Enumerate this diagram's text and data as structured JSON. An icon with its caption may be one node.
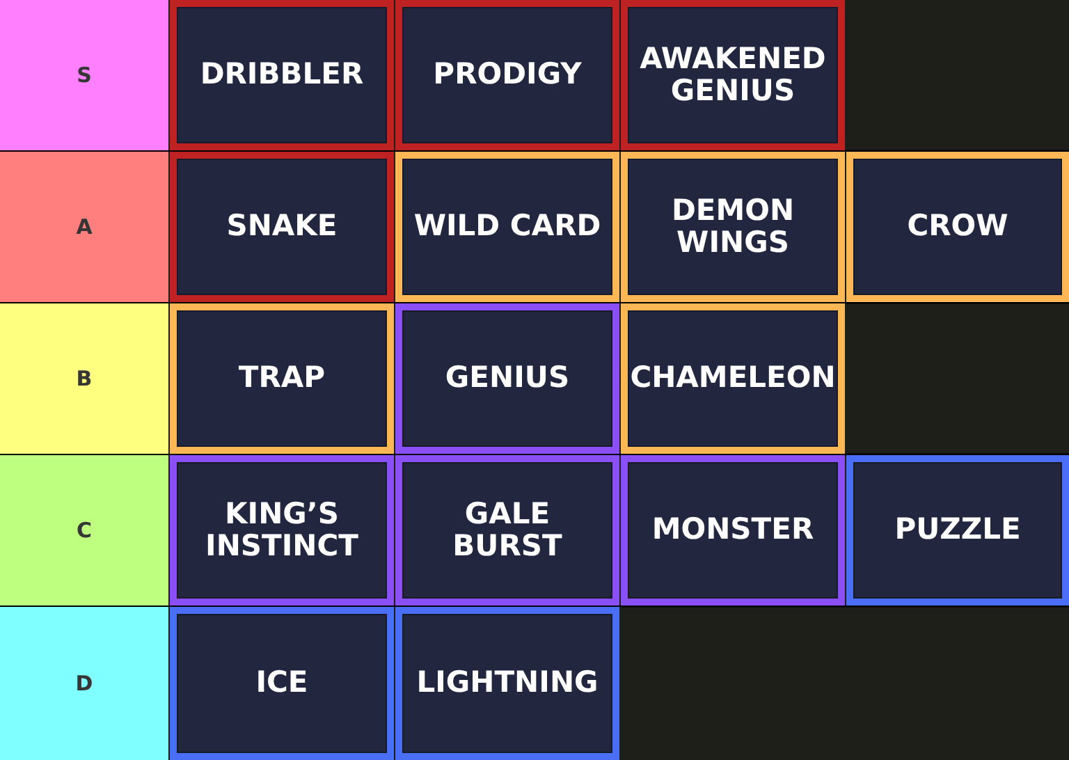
{
  "diagram": {
    "nodes": [
      {
        "text": [
          "S"
        ]
      },
      {
        "text": [
          "DRIBBLER"
        ]
      },
      {
        "text": [
          "PRODIGY"
        ]
      },
      {
        "text": [
          "AWAKENED GENIUS"
        ]
      },
      {
        "text": [
          "A"
        ]
      },
      {
        "text": [
          "SNAKE"
        ]
      },
      {
        "text": [
          "WILD CARD"
        ]
      },
      {
        "text": [
          "DEMON WINGS"
        ]
      },
      {
        "text": [
          "CROW"
        ]
      },
      {
        "text": [
          "B"
        ]
      },
      {
        "text": [
          "TRAP"
        ]
      },
      {
        "text": [
          "GENIUS"
        ]
      },
      {
        "text": [
          "CHAMELEON"
        ]
      },
      {
        "text": [
          "C"
        ]
      },
      {
        "text": [
          "KING’S INSTINCT"
        ]
      },
      {
        "text": [
          "GALE BURST"
        ]
      },
      {
        "text": [
          "MONSTER"
        ]
      },
      {
        "text": [
          "PUZZLE"
        ]
      },
      {
        "text": [
          "D"
        ]
      },
      {
        "text": [
          "ICE"
        ]
      },
      {
        "text": [
          "LIGHTNING"
        ]
      }
    ]
  }
}
